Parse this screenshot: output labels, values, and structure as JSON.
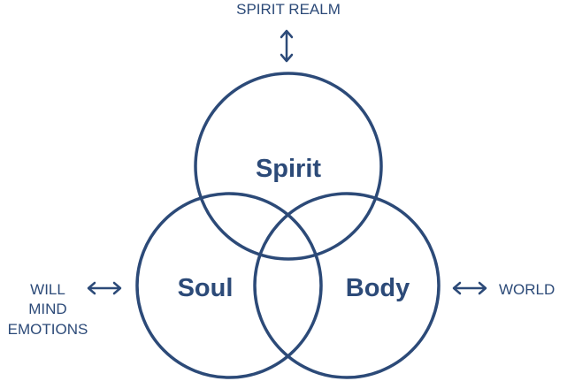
{
  "circles": {
    "spirit": "Spirit",
    "soul": "Soul",
    "body": "Body"
  },
  "labels": {
    "top": "SPIRIT REALM",
    "left": [
      "WILL",
      "MIND",
      "EMOTIONS"
    ],
    "right": "WORLD"
  },
  "colors": {
    "primary": "#2c4a78",
    "background": "#ffffff"
  },
  "icons": {
    "top_arrow": "double-arrow-vertical-icon",
    "left_arrow": "double-arrow-horizontal-icon",
    "right_arrow": "double-arrow-horizontal-icon"
  }
}
